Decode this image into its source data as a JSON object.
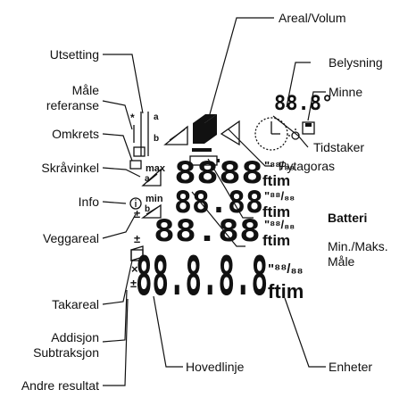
{
  "labels": {
    "areal_volum": "Areal/Volum",
    "belysning": "Belysning",
    "minne": "Minne",
    "tidstaker": "Tidstaker",
    "pytagoras": "Pytagoras",
    "batteri": "Batteri",
    "min_maks_1": "Min./Maks.",
    "min_maks_2": "Måle",
    "enheter": "Enheter",
    "hovedlinje": "Hovedlinje",
    "utsetting": "Utsetting",
    "male_referanse_1": "Måle",
    "male_referanse_2": "referanse",
    "omkrets": "Omkrets",
    "skravinkel": "Skråvinkel",
    "info": "Info",
    "veggareal": "Veggareal",
    "takareal": "Takareal",
    "addisjon_1": "Addisjon",
    "addisjon_2": "Subtraksjon",
    "andre_resultat": "Andre resultat"
  },
  "display": {
    "digits_main": "88.8.8.8",
    "digits_line": "8888",
    "digits_line2": "88.88",
    "digits_line3": "88.88",
    "angle_digits": "88.8°",
    "unit_ftim": "ftim",
    "unit_frac": "\"⁸⁸/₈₈",
    "max_text": "max",
    "min_text": "min",
    "a_text": "a",
    "b_text": "b"
  },
  "icons": [
    "cube-icon",
    "light-icon",
    "memory-icon",
    "timer-icon",
    "pythagoras-icon",
    "battery-icon",
    "outline-icon",
    "slope-icon",
    "info-icon",
    "wall-area-icon",
    "ceiling-area-icon",
    "plus-minus-icon"
  ]
}
